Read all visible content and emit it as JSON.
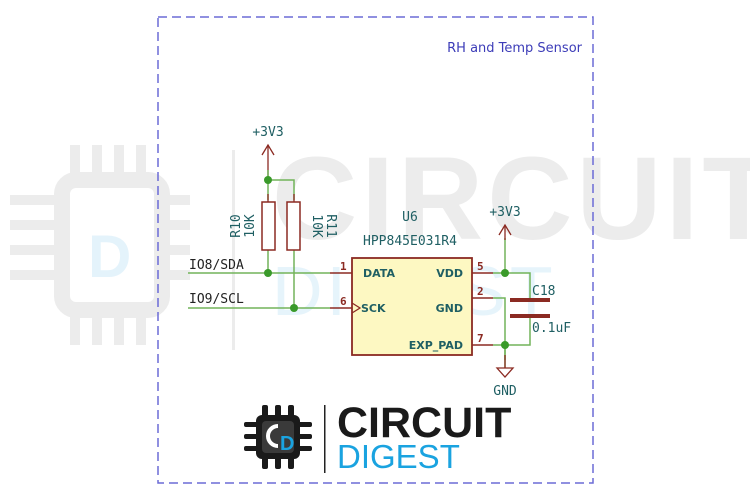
{
  "sheet": {
    "title": "RH and Temp Sensor",
    "frame_color": "#6b6bd6"
  },
  "colors": {
    "wire": "#72b35a",
    "pin": "#8b2a22",
    "body_fill": "#fdf8c2",
    "body_stroke": "#8b2a22",
    "text": "#1f5f63",
    "junction": "#3a9a2a",
    "brand_dark": "#1a1a1a",
    "brand_blue": "#1aa3e0"
  },
  "power": {
    "pullup_supply": "+3V3",
    "ic_supply": "+3V3",
    "ground": "GND"
  },
  "resistors": [
    {
      "ref": "R10",
      "value": "10K"
    },
    {
      "ref": "R11",
      "value": "10K"
    }
  ],
  "nets": {
    "sda": "IO8/SDA",
    "scl": "IO9/SCL"
  },
  "ic": {
    "ref": "U6",
    "part": "HPP845E031R4",
    "pins": [
      {
        "num": "1",
        "name": "DATA"
      },
      {
        "num": "6",
        "name": "SCK"
      },
      {
        "num": "5",
        "name": "VDD"
      },
      {
        "num": "2",
        "name": "GND"
      },
      {
        "num": "7",
        "name": "EXP_PAD"
      }
    ]
  },
  "capacitor": {
    "ref": "C18",
    "value": "0.1uF"
  },
  "watermark": {
    "line1": "CIRCUIT",
    "line2": "DIGEST",
    "logo_letter": "D"
  },
  "logo": {
    "line1": "CIRCUIT",
    "line2": "DIGEST"
  }
}
